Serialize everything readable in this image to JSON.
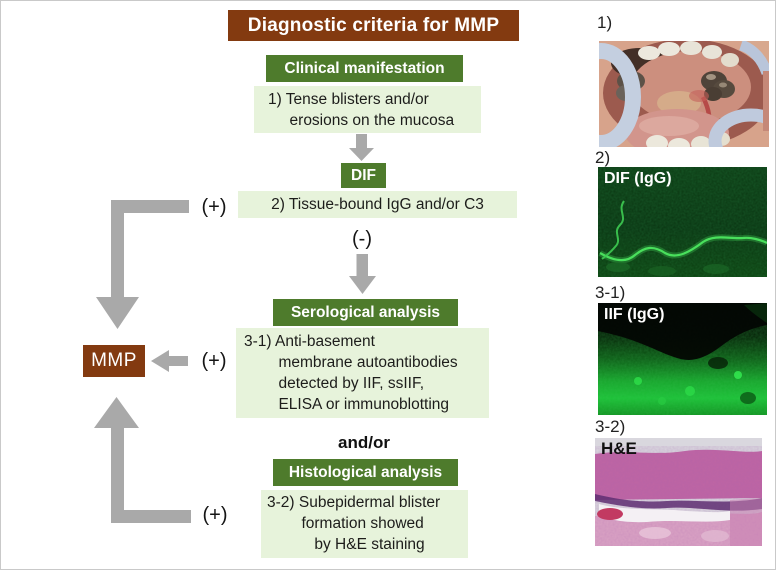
{
  "title": "Diagnostic criteria for MMP",
  "flow": {
    "clinical": {
      "header": "Clinical manifestation",
      "body": "1) Tense blisters and/or\n     erosions on the mucosa"
    },
    "dif": {
      "header": "DIF",
      "body": "2) Tissue-bound IgG and/or C3",
      "positive": "(+)",
      "negative": "(-)"
    },
    "serological": {
      "header": "Serological analysis",
      "body": "3-1) Anti-basement\n        membrane autoantibodies\n        detected by IIF, ssIIF,\n        ELISA or immunoblotting",
      "positive": "(+)"
    },
    "connector": "and/or",
    "histological": {
      "header": "Histological analysis",
      "body": "3-2) Subepidermal blister\n        formation showed\n           by H&E staining",
      "positive": "(+)"
    },
    "outcome": "MMP"
  },
  "panels": [
    {
      "label": "1)",
      "overlay": ""
    },
    {
      "label": "2)",
      "overlay": "DIF (IgG)"
    },
    {
      "label": "3-1)",
      "overlay": "IIF (IgG)"
    },
    {
      "label": "3-2)",
      "overlay": "H&E"
    }
  ],
  "colors": {
    "brand_brown": "#833a10",
    "header_green": "#4e7b2c",
    "box_light_green": "#e7f3db",
    "arrow_gray": "#a9a9a9",
    "fluorescence_green": "#35d94c"
  }
}
